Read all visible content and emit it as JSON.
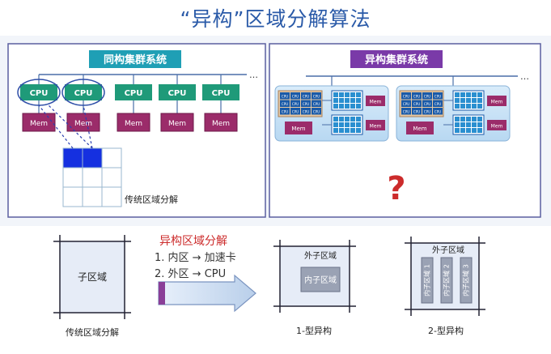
{
  "page": {
    "title": "“异构”区域分解算法"
  },
  "homogeneous": {
    "title": "同构集群系统",
    "cpu_label": "CPU",
    "mem_label": "Mem",
    "ellipsis": "…",
    "grid_label": "传统区域分解"
  },
  "heterogeneous": {
    "title": "异构集群系统",
    "cpu_label": "CPU",
    "mem_label": "Mem",
    "ellipsis": "…",
    "question": "?"
  },
  "bottom": {
    "subdomain_label": "子区域",
    "traditional_caption": "传统区域分解",
    "method_title": "异构区域分解",
    "step1": "1. 内区 → 加速卡",
    "step2": "2. 外区 → CPU",
    "type1_outer": "外子区域",
    "type1_inner": "内子区域",
    "type1_caption": "1-型异构",
    "type2_outer": "外子区域",
    "type2_inner1": "内子区域 1",
    "type2_inner2": "内子区域 2",
    "type2_inner3": "内子区域 3",
    "type2_caption": "2-型异构"
  },
  "colors": {
    "title_blue": "#2a5aa8",
    "cpu_green": "#1f9a79",
    "mem_purple": "#9b2c6a",
    "teal_bar": "#1f9fb5",
    "purple_bar": "#7a3aa8",
    "red_text": "#cc2b2b",
    "arrow_purple": "#8a3f98"
  }
}
